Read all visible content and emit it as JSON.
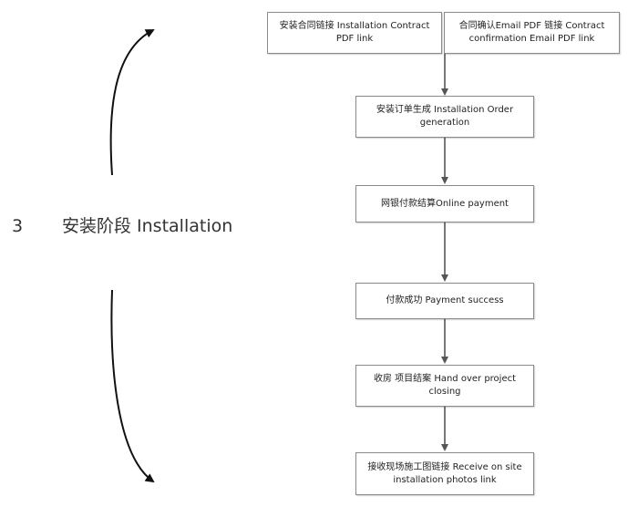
{
  "stage": {
    "number": "3",
    "label": "安装阶段 Installation"
  },
  "nodes": {
    "contract_link": "安装合同链接 Installation Contract PDF link",
    "confirmation_email": "合同确认Email PDF 链接 Contract confirmation Email PDF link",
    "order_generation": "安装订单生成 Installation Order generation",
    "online_payment": "网银付款结算Online payment",
    "payment_success": "付款成功 Payment success",
    "hand_over": "收房 项目结案 Hand over project closing",
    "site_photos": "接收现场施工图链接 Receive on site installation photos link"
  },
  "colors": {
    "line": "#555555",
    "box_border": "#8a8a8a",
    "curve": "#111111"
  }
}
